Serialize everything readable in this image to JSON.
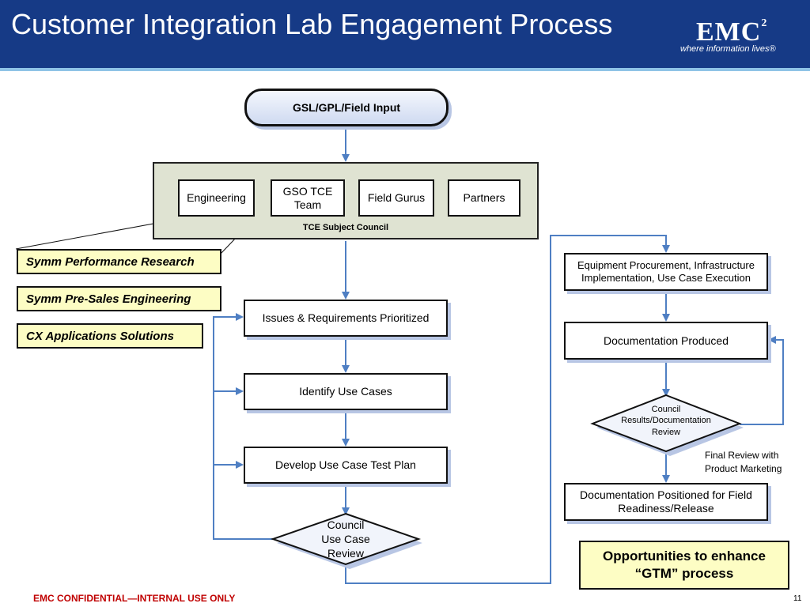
{
  "header": {
    "title": "Customer Integration Lab Engagement Process",
    "logo_text": "EMC",
    "logo_superscript": "2",
    "tagline": "where information lives®"
  },
  "flow": {
    "input": "GSL/GPL/Field Input",
    "council_members": [
      "Engineering",
      "GSO TCE\nTeam",
      "Field Gurus",
      "Partners"
    ],
    "council_label": "TCE Subject Council",
    "engineering_groups": [
      "Symm Performance Research",
      "Symm Pre-Sales Engineering",
      "CX Applications Solutions"
    ],
    "left_steps": [
      "Issues & Requirements Prioritized",
      "Identify Use Cases",
      "Develop Use Case Test Plan"
    ],
    "left_decision": "Council\nUse Case\nReview",
    "right_steps": [
      "Equipment Procurement, Infrastructure Implementation, Use Case Execution",
      "Documentation Produced"
    ],
    "right_decision": "Council\nResults/Documentation\nReview",
    "final_step": "Documentation Positioned for Field Readiness/Release",
    "final_note": "Final Review with\nProduct Marketing"
  },
  "callout": "Opportunities to enhance\n“GTM” process",
  "footer": {
    "confidential": "EMC CONFIDENTIAL—INTERNAL USE ONLY",
    "page_number": "11"
  },
  "colors": {
    "header_bg": "#163a86",
    "arrow": "#4f7fc3",
    "highlight_box": "#fdfdc4",
    "panel": "#dfe3d2"
  }
}
